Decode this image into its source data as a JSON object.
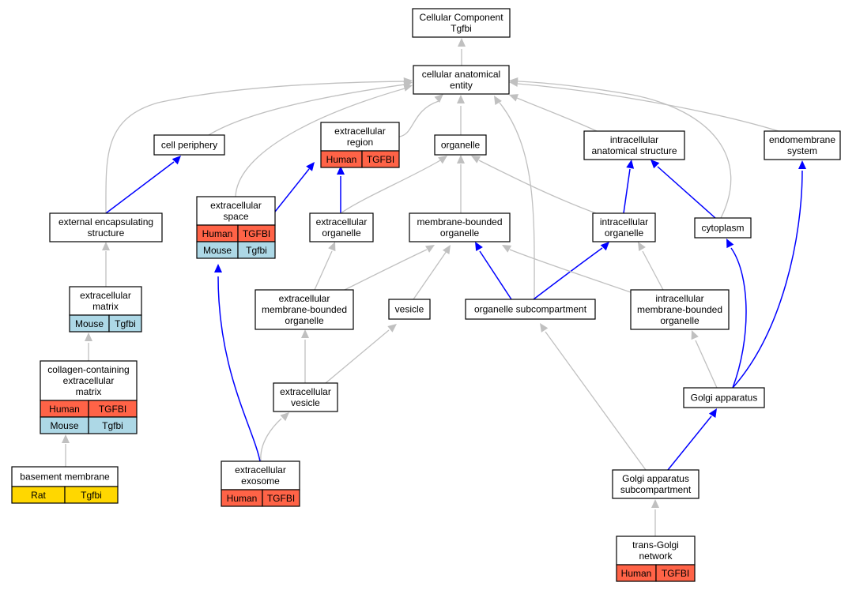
{
  "diagram": {
    "colors": {
      "human": "#ff6347",
      "mouse": "#add8e6",
      "rat": "#ffd700",
      "edge_is_a": "#c0c0c0",
      "edge_part_of": "#0000ff"
    },
    "nodes": [
      {
        "id": "root",
        "lines": [
          "Cellular Component",
          "Tgfbi"
        ],
        "rows": []
      },
      {
        "id": "cae",
        "lines": [
          "cellular anatomical",
          "entity"
        ],
        "rows": []
      },
      {
        "id": "cellper",
        "lines": [
          "cell periphery"
        ],
        "rows": []
      },
      {
        "id": "ecreg",
        "lines": [
          "extracellular",
          "region"
        ],
        "rows": [
          [
            {
              "text": "Human",
              "species": "human"
            },
            {
              "text": "TGFBI",
              "species": "human"
            }
          ]
        ]
      },
      {
        "id": "organelle",
        "lines": [
          "organelle"
        ],
        "rows": []
      },
      {
        "id": "ias",
        "lines": [
          "intracellular",
          "anatomical structure"
        ],
        "rows": []
      },
      {
        "id": "endo",
        "lines": [
          "endomembrane",
          "system"
        ],
        "rows": []
      },
      {
        "id": "ees",
        "lines": [
          "external encapsulating",
          "structure"
        ],
        "rows": []
      },
      {
        "id": "ecspace",
        "lines": [
          "extracellular",
          "space"
        ],
        "rows": [
          [
            {
              "text": "Human",
              "species": "human"
            },
            {
              "text": "TGFBI",
              "species": "human"
            }
          ],
          [
            {
              "text": "Mouse",
              "species": "mouse"
            },
            {
              "text": "Tgfbi",
              "species": "mouse"
            }
          ]
        ]
      },
      {
        "id": "ecorg",
        "lines": [
          "extracellular",
          "organelle"
        ],
        "rows": []
      },
      {
        "id": "mbo",
        "lines": [
          "membrane-bounded",
          "organelle"
        ],
        "rows": []
      },
      {
        "id": "icorg",
        "lines": [
          "intracellular",
          "organelle"
        ],
        "rows": []
      },
      {
        "id": "cyto",
        "lines": [
          "cytoplasm"
        ],
        "rows": []
      },
      {
        "id": "ecm",
        "lines": [
          "extracellular",
          "matrix"
        ],
        "rows": [
          [
            {
              "text": "Mouse",
              "species": "mouse"
            },
            {
              "text": "Tgfbi",
              "species": "mouse"
            }
          ]
        ]
      },
      {
        "id": "embo",
        "lines": [
          "extracellular",
          "membrane-bounded",
          "organelle"
        ],
        "rows": []
      },
      {
        "id": "vesicle",
        "lines": [
          "vesicle"
        ],
        "rows": []
      },
      {
        "id": "osub",
        "lines": [
          "organelle subcompartment"
        ],
        "rows": []
      },
      {
        "id": "imbo",
        "lines": [
          "intracellular",
          "membrane-bounded",
          "organelle"
        ],
        "rows": []
      },
      {
        "id": "ccecm",
        "lines": [
          "collagen-containing",
          "extracellular",
          "matrix"
        ],
        "rows": [
          [
            {
              "text": "Human",
              "species": "human"
            },
            {
              "text": "TGFBI",
              "species": "human"
            }
          ],
          [
            {
              "text": "Mouse",
              "species": "mouse"
            },
            {
              "text": "Tgfbi",
              "species": "mouse"
            }
          ]
        ]
      },
      {
        "id": "ecves",
        "lines": [
          "extracellular",
          "vesicle"
        ],
        "rows": []
      },
      {
        "id": "golgi",
        "lines": [
          "Golgi apparatus"
        ],
        "rows": []
      },
      {
        "id": "bm",
        "lines": [
          "basement membrane"
        ],
        "rows": [
          [
            {
              "text": "Rat",
              "species": "rat"
            },
            {
              "text": "Tgfbi",
              "species": "rat"
            }
          ]
        ]
      },
      {
        "id": "exo",
        "lines": [
          "extracellular",
          "exosome"
        ],
        "rows": [
          [
            {
              "text": "Human",
              "species": "human"
            },
            {
              "text": "TGFBI",
              "species": "human"
            }
          ]
        ]
      },
      {
        "id": "gas",
        "lines": [
          "Golgi apparatus",
          "subcompartment"
        ],
        "rows": []
      },
      {
        "id": "tgn",
        "lines": [
          "trans-Golgi",
          "network"
        ],
        "rows": [
          [
            {
              "text": "Human",
              "species": "human"
            },
            {
              "text": "TGFBI",
              "species": "human"
            }
          ]
        ]
      }
    ],
    "edges": [
      {
        "from": "cae",
        "to": "root",
        "type": "is_a"
      },
      {
        "from": "cellper",
        "to": "cae",
        "type": "is_a"
      },
      {
        "from": "ecreg",
        "to": "cae",
        "type": "is_a"
      },
      {
        "from": "organelle",
        "to": "cae",
        "type": "is_a"
      },
      {
        "from": "ias",
        "to": "cae",
        "type": "is_a"
      },
      {
        "from": "endo",
        "to": "cae",
        "type": "is_a"
      },
      {
        "from": "ees",
        "to": "cae",
        "type": "is_a"
      },
      {
        "from": "ecspace",
        "to": "cae",
        "type": "is_a"
      },
      {
        "from": "cyto",
        "to": "cae",
        "type": "is_a"
      },
      {
        "from": "osub",
        "to": "cae",
        "type": "is_a"
      },
      {
        "from": "ees",
        "to": "cellper",
        "type": "part_of"
      },
      {
        "from": "ecspace",
        "to": "ecreg",
        "type": "part_of"
      },
      {
        "from": "ecorg",
        "to": "ecreg",
        "type": "part_of"
      },
      {
        "from": "ecorg",
        "to": "organelle",
        "type": "is_a"
      },
      {
        "from": "mbo",
        "to": "organelle",
        "type": "is_a"
      },
      {
        "from": "icorg",
        "to": "organelle",
        "type": "is_a"
      },
      {
        "from": "icorg",
        "to": "ias",
        "type": "part_of"
      },
      {
        "from": "cyto",
        "to": "ias",
        "type": "part_of"
      },
      {
        "from": "ecm",
        "to": "ees",
        "type": "is_a"
      },
      {
        "from": "embo",
        "to": "ecorg",
        "type": "is_a"
      },
      {
        "from": "embo",
        "to": "mbo",
        "type": "is_a"
      },
      {
        "from": "vesicle",
        "to": "mbo",
        "type": "is_a"
      },
      {
        "from": "osub",
        "to": "mbo",
        "type": "part_of"
      },
      {
        "from": "osub",
        "to": "icorg",
        "type": "part_of"
      },
      {
        "from": "imbo",
        "to": "mbo",
        "type": "is_a"
      },
      {
        "from": "imbo",
        "to": "icorg",
        "type": "is_a"
      },
      {
        "from": "ccecm",
        "to": "ecm",
        "type": "is_a"
      },
      {
        "from": "ecves",
        "to": "embo",
        "type": "is_a"
      },
      {
        "from": "ecves",
        "to": "vesicle",
        "type": "is_a"
      },
      {
        "from": "golgi",
        "to": "imbo",
        "type": "is_a"
      },
      {
        "from": "golgi",
        "to": "cyto",
        "type": "part_of"
      },
      {
        "from": "golgi",
        "to": "endo",
        "type": "part_of"
      },
      {
        "from": "bm",
        "to": "ccecm",
        "type": "is_a"
      },
      {
        "from": "exo",
        "to": "ecves",
        "type": "is_a"
      },
      {
        "from": "exo",
        "to": "ecspace",
        "type": "part_of"
      },
      {
        "from": "gas",
        "to": "osub",
        "type": "is_a"
      },
      {
        "from": "gas",
        "to": "golgi",
        "type": "part_of"
      },
      {
        "from": "tgn",
        "to": "gas",
        "type": "is_a"
      }
    ]
  }
}
